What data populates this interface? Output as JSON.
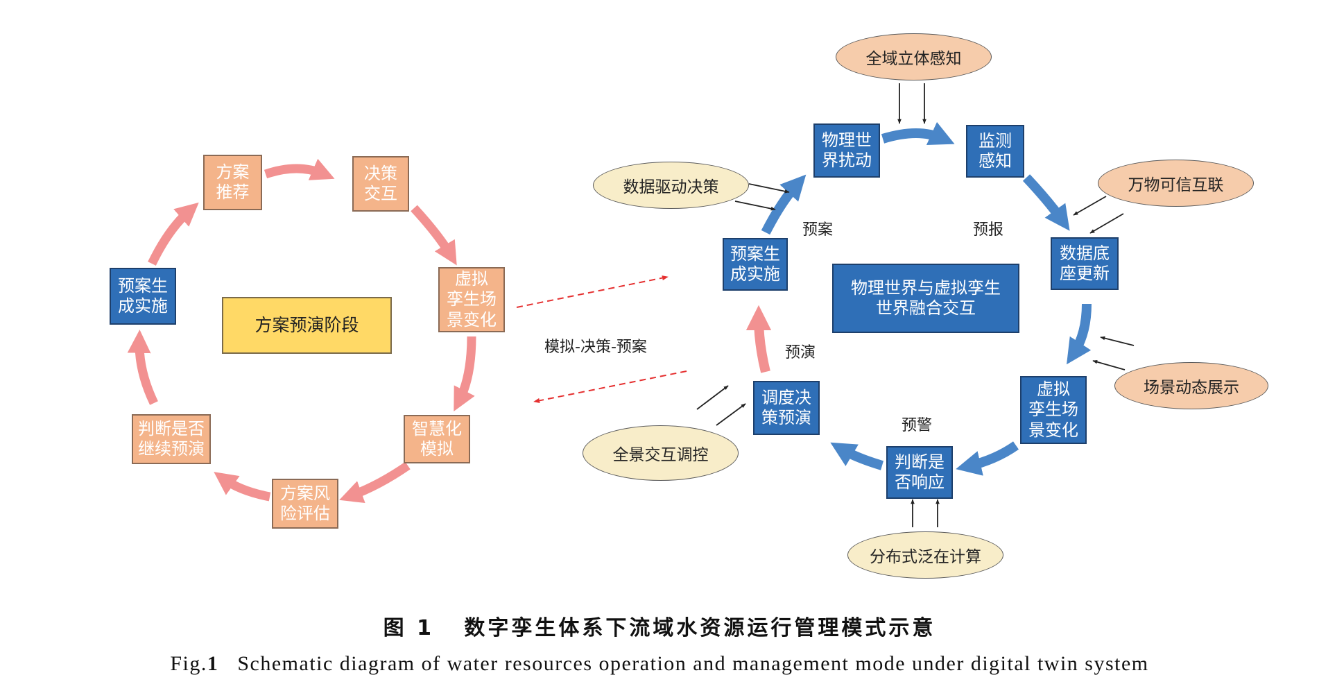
{
  "left_cycle": {
    "center": "方案预演阶段",
    "nodes": {
      "scheme_recommend": "方案\n推荐",
      "decision_interact": "决策\n交互",
      "virtual_scene_change": "虚拟\n孪生场\n景变化",
      "smart_simulation": "智慧化\n模拟",
      "risk_assessment": "方案风\n险评估",
      "judge_continue": "判断是否\n继续预演",
      "plan_generate": "预案生\n成实施"
    }
  },
  "middle_label": "模拟-决策-预案",
  "right_cycle": {
    "center": "物理世界与虚拟孪生\n世界融合交互",
    "nodes": {
      "physical_disturbance": "物理世\n界扰动",
      "monitor_sense": "监测\n感知",
      "data_update": "数据底\n座更新",
      "virtual_scene_change": "虚拟\n孪生场\n景变化",
      "judge_respond": "判断是\n否响应",
      "dispatch_rehearse": "调度决\n策预演",
      "plan_generate": "预案生\n成实施"
    },
    "stage_labels": {
      "plan": "预案",
      "forecast": "预报",
      "warning": "预警",
      "rehearsal": "预演"
    },
    "support": {
      "perception": "全域立体感知",
      "iot": "万物可信互联",
      "scene_display": "场景动态展示",
      "computing": "分布式泛在计算",
      "interaction": "全景交互调控",
      "data_decision": "数据驱动决策"
    }
  },
  "caption": {
    "cn_number": "图 1",
    "cn_text": "数字孪生体系下流域水资源运行管理模式示意",
    "en_prefix": "Fig.",
    "en_number": "1",
    "en_text": "Schematic diagram of water resources operation and management mode under digital twin system"
  },
  "colors": {
    "pink_arrow": "#f29191",
    "blue_arrow": "#4a86c8",
    "orange_box": "#f4b48a",
    "blue_box": "#2f6fb7",
    "yellow_box": "#ffd966",
    "peach_ellipse": "#f6ccab",
    "cream_ellipse": "#f8edc9",
    "dashed_red": "#e53030"
  }
}
